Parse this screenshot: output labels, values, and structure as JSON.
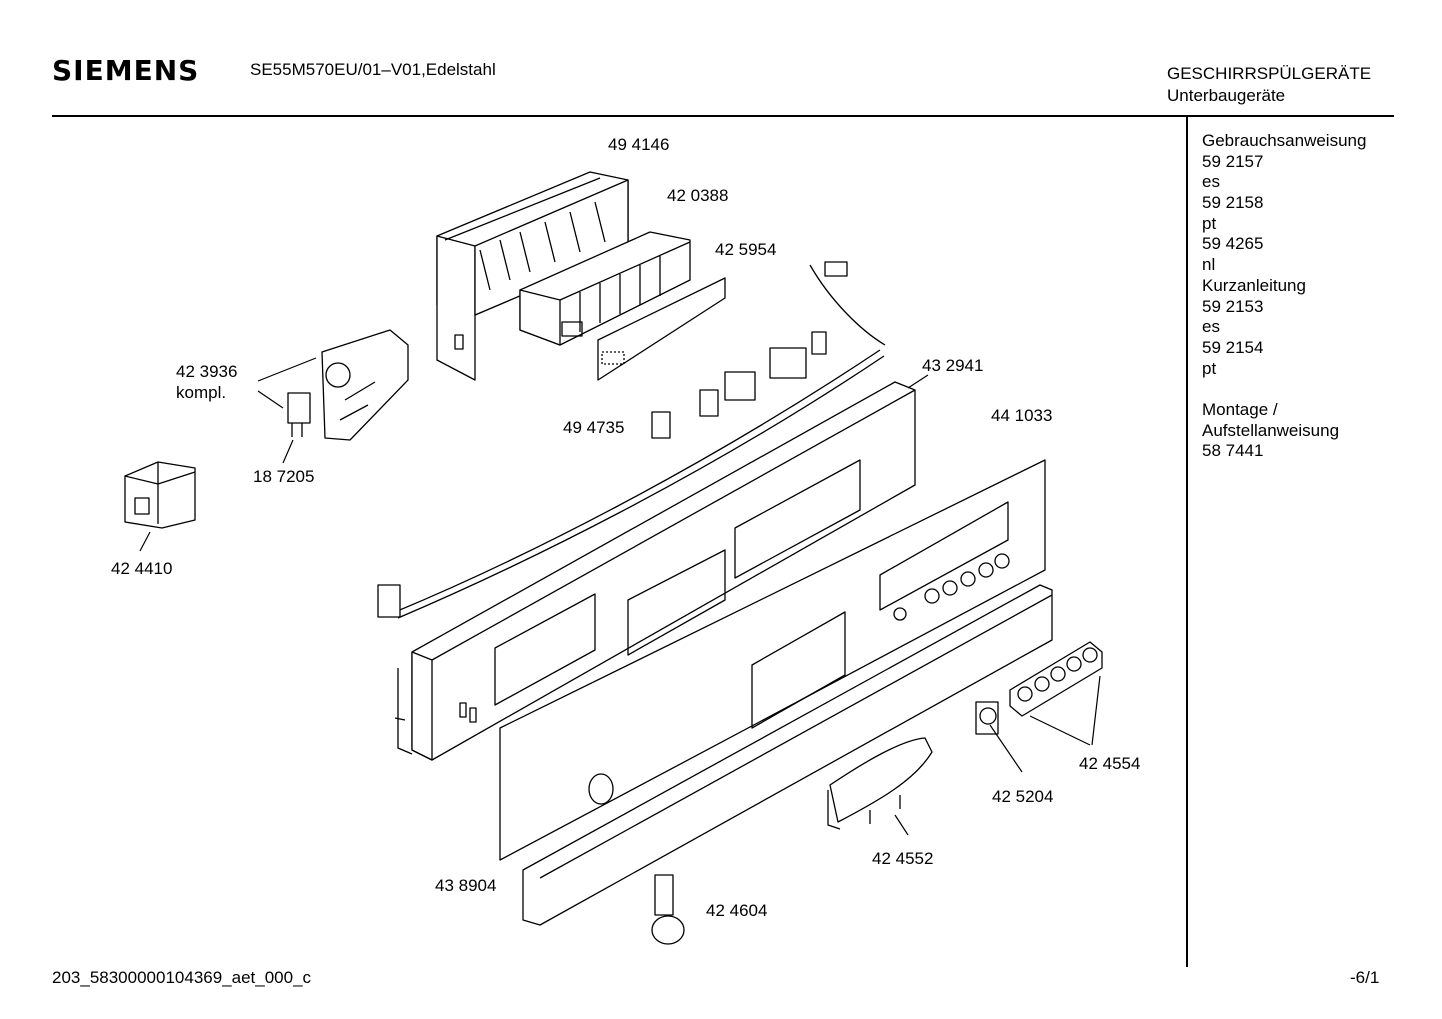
{
  "header": {
    "brand": "SIEMENS",
    "model": "SE55M570EU/01–V01,Edelstahl",
    "category": "GESCHIRRSPÜLGERÄTE",
    "subcategory": "Unterbaugeräte"
  },
  "sidebar": {
    "lines": [
      "Gebrauchsanweisung",
      "59 2157",
      "es",
      "59 2158",
      "pt",
      "59 4265",
      "nl",
      "Kurzanleitung",
      "59 2153",
      "es",
      "59 2154",
      "pt",
      "",
      "Montage /",
      "Aufstellanweisung",
      "58 7441"
    ]
  },
  "parts": {
    "p494146": "49 4146",
    "p420388": "42 0388",
    "p425954": "42 5954",
    "p423936": "42 3936",
    "p423936_note": "kompl.",
    "p187205": "18 7205",
    "p424410": "42 4410",
    "p494735": "49 4735",
    "p432941": "43 2941",
    "p441033": "44 1033",
    "p424554": "42 4554",
    "p425204": "42 5204",
    "p424552": "42 4552",
    "p438904": "43 8904",
    "p424604": "42 4604"
  },
  "footer": {
    "doc_id": "203_58300000104369_aet_000_c",
    "page": "-6/1"
  }
}
